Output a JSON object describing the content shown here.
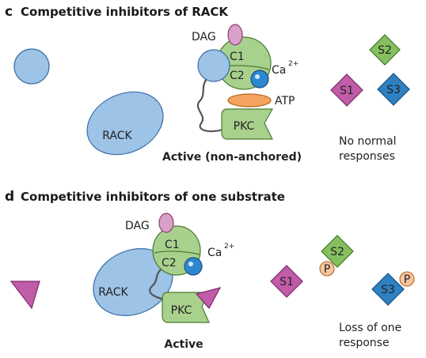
{
  "panel_c": {
    "letter": "c",
    "title": "Competitive inhibitors of RACK",
    "dag": "DAG",
    "c1": "C1",
    "c2": "C2",
    "ca": "Ca",
    "ca_sup": "2+",
    "atp": "ATP",
    "pkc": "PKC",
    "rack": "RACK",
    "active_label": "Active (non-anchored)",
    "s1": "S1",
    "s2": "S2",
    "s3": "S3",
    "outcome_line1": "No normal",
    "outcome_line2": "responses"
  },
  "panel_d": {
    "letter": "d",
    "title": "Competitive inhibitors of one substrate",
    "dag": "DAG",
    "c1": "C1",
    "c2": "C2",
    "ca": "Ca",
    "ca_sup": "2+",
    "pkc": "PKC",
    "rack": "RACK",
    "active_label": "Active",
    "s1": "S1",
    "s2": "S2",
    "s3": "S3",
    "phospho": "P",
    "outcome_line1": "Loss of one",
    "outcome_line2": "response"
  },
  "colors": {
    "green": "#a9d18e",
    "blue": "#9dc3e6",
    "dag_pink": "#d9a0c9",
    "atp_orange": "#f4a460",
    "s1_magenta": "#c05ca8",
    "s2_green": "#86bf60",
    "s3_blue": "#2f80c0",
    "ca_blue": "#2e86d0",
    "phospho_peach": "#f5c5a0"
  }
}
